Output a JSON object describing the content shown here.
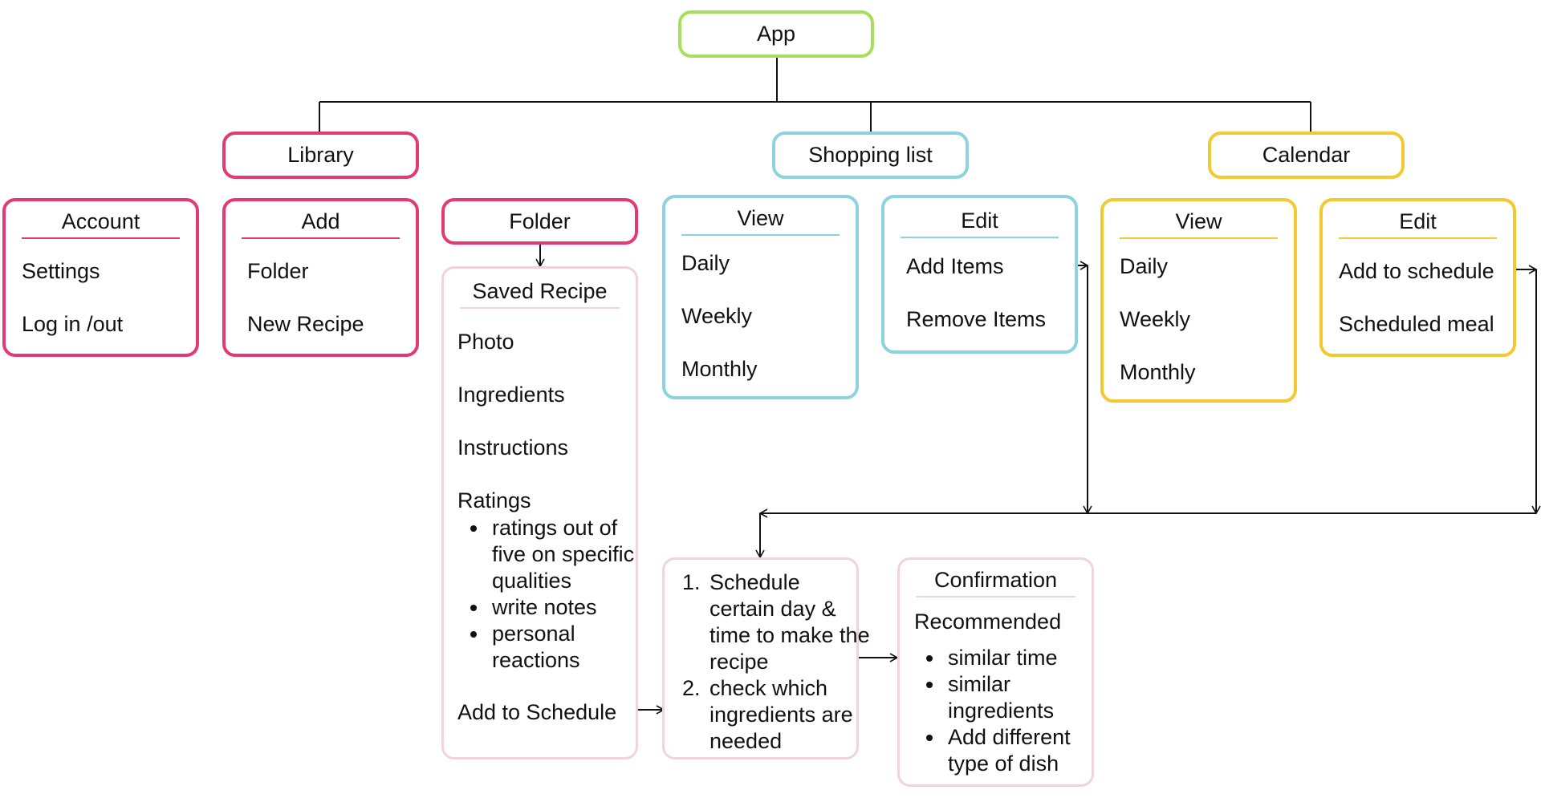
{
  "root": {
    "label": "App"
  },
  "level1": {
    "library": "Library",
    "shopping_list": "Shopping list",
    "calendar": "Calendar"
  },
  "account": {
    "title": "Account",
    "items": [
      "Settings",
      "Log in /out"
    ]
  },
  "add": {
    "title": "Add",
    "items": [
      "Folder",
      "New Recipe"
    ]
  },
  "folder": {
    "title": "Folder"
  },
  "saved_recipe": {
    "title": "Saved Recipe",
    "items": [
      "Photo",
      "Ingredients",
      "Instructions",
      "Ratings"
    ],
    "ratings_bullets": [
      "ratings out of five on specific qualities",
      "write notes",
      "personal reactions"
    ],
    "add_to_schedule": "Add to Schedule"
  },
  "shopping_view": {
    "title": "View",
    "items": [
      "Daily",
      "Weekly",
      "Monthly"
    ]
  },
  "shopping_edit": {
    "title": "Edit",
    "items": [
      "Add Items",
      "Remove Items"
    ]
  },
  "calendar_view": {
    "title": "View",
    "items": [
      "Daily",
      "Weekly",
      "Monthly"
    ]
  },
  "calendar_edit": {
    "title": "Edit",
    "items": [
      "Add to schedule",
      "Scheduled meal"
    ]
  },
  "schedule_steps": [
    "Schedule certain day & time to make the recipe",
    "check which ingredients are needed"
  ],
  "confirmation": {
    "title": "Confirmation",
    "subtitle": "Recommended",
    "bullets": [
      "similar time",
      "similar ingredients",
      "Add different type of dish"
    ]
  },
  "colors": {
    "green": "#a6e05a",
    "pink": "#e23a74",
    "blue": "#8dd3de",
    "yellow": "#f2c92f",
    "light_pink": "#f1d3dd",
    "connector": "#111111"
  }
}
